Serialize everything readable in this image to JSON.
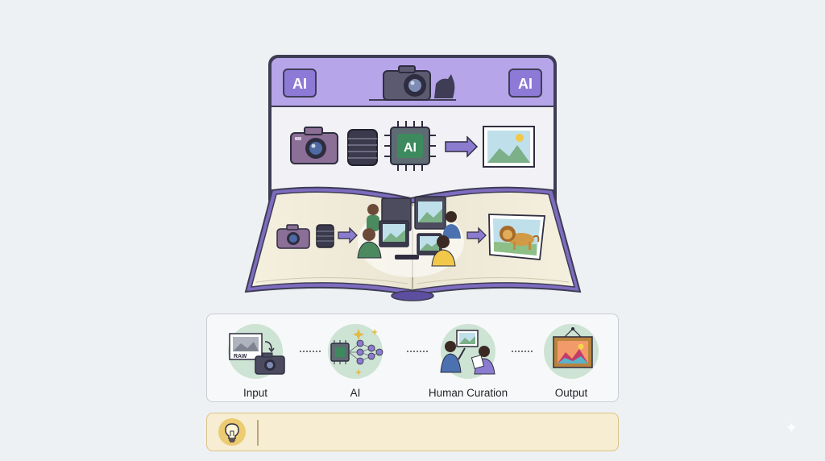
{
  "top_panel": {
    "left_badge": "AI",
    "right_badge": "AI",
    "chip_label": "AI"
  },
  "pipeline": {
    "stages": [
      {
        "label": "Input",
        "badge": "RAW"
      },
      {
        "label": "AI"
      },
      {
        "label": "Human Curation"
      },
      {
        "label": "Output"
      }
    ]
  },
  "tip": {
    "text": ""
  },
  "colors": {
    "purple": "#b9a6ea",
    "purple_dark": "#6f5fb3",
    "green_chip": "#3d8a5e",
    "stage_circle": "#cde3d3",
    "tip_bg": "#f6edd2"
  },
  "icons": [
    "camera-icon",
    "lens-icon",
    "ai-chip-icon",
    "arrow-icon",
    "landscape-picture-icon",
    "lion-picture-icon",
    "lightbulb-icon",
    "neural-network-icon",
    "framed-art-icon"
  ]
}
